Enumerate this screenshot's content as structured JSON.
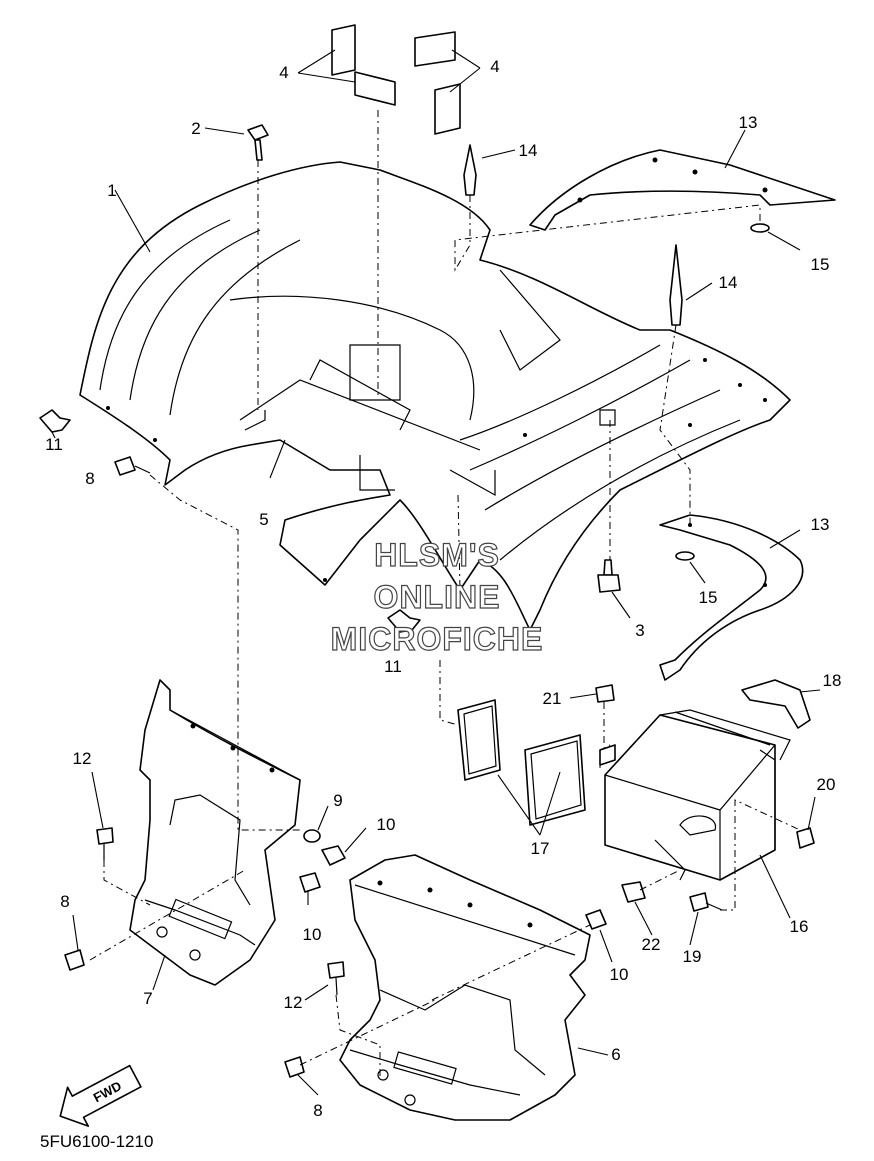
{
  "diagram_code": "5FU6100-1210",
  "watermark": [
    "HLSM'S",
    "ONLINE",
    "MICROFICHE"
  ],
  "fwd_label": "FWD",
  "callouts": [
    {
      "id": "c1",
      "text": "1"
    },
    {
      "id": "c2",
      "text": "2"
    },
    {
      "id": "c3",
      "text": "3"
    },
    {
      "id": "c4a",
      "text": "4"
    },
    {
      "id": "c4b",
      "text": "4"
    },
    {
      "id": "c5",
      "text": "5"
    },
    {
      "id": "c6",
      "text": "6"
    },
    {
      "id": "c7",
      "text": "7"
    },
    {
      "id": "c8a",
      "text": "8"
    },
    {
      "id": "c8b",
      "text": "8"
    },
    {
      "id": "c8c",
      "text": "8"
    },
    {
      "id": "c9",
      "text": "9"
    },
    {
      "id": "c10a",
      "text": "10"
    },
    {
      "id": "c10b",
      "text": "10"
    },
    {
      "id": "c10c",
      "text": "10"
    },
    {
      "id": "c11a",
      "text": "11"
    },
    {
      "id": "c11b",
      "text": "11"
    },
    {
      "id": "c12a",
      "text": "12"
    },
    {
      "id": "c12b",
      "text": "12"
    },
    {
      "id": "c13a",
      "text": "13"
    },
    {
      "id": "c13b",
      "text": "13"
    },
    {
      "id": "c14a",
      "text": "14"
    },
    {
      "id": "c14b",
      "text": "14"
    },
    {
      "id": "c15a",
      "text": "15"
    },
    {
      "id": "c15b",
      "text": "15"
    },
    {
      "id": "c16",
      "text": "16"
    },
    {
      "id": "c17",
      "text": "17"
    },
    {
      "id": "c18",
      "text": "18"
    },
    {
      "id": "c19",
      "text": "19"
    },
    {
      "id": "c20",
      "text": "20"
    },
    {
      "id": "c21",
      "text": "21"
    },
    {
      "id": "c22",
      "text": "22"
    }
  ]
}
